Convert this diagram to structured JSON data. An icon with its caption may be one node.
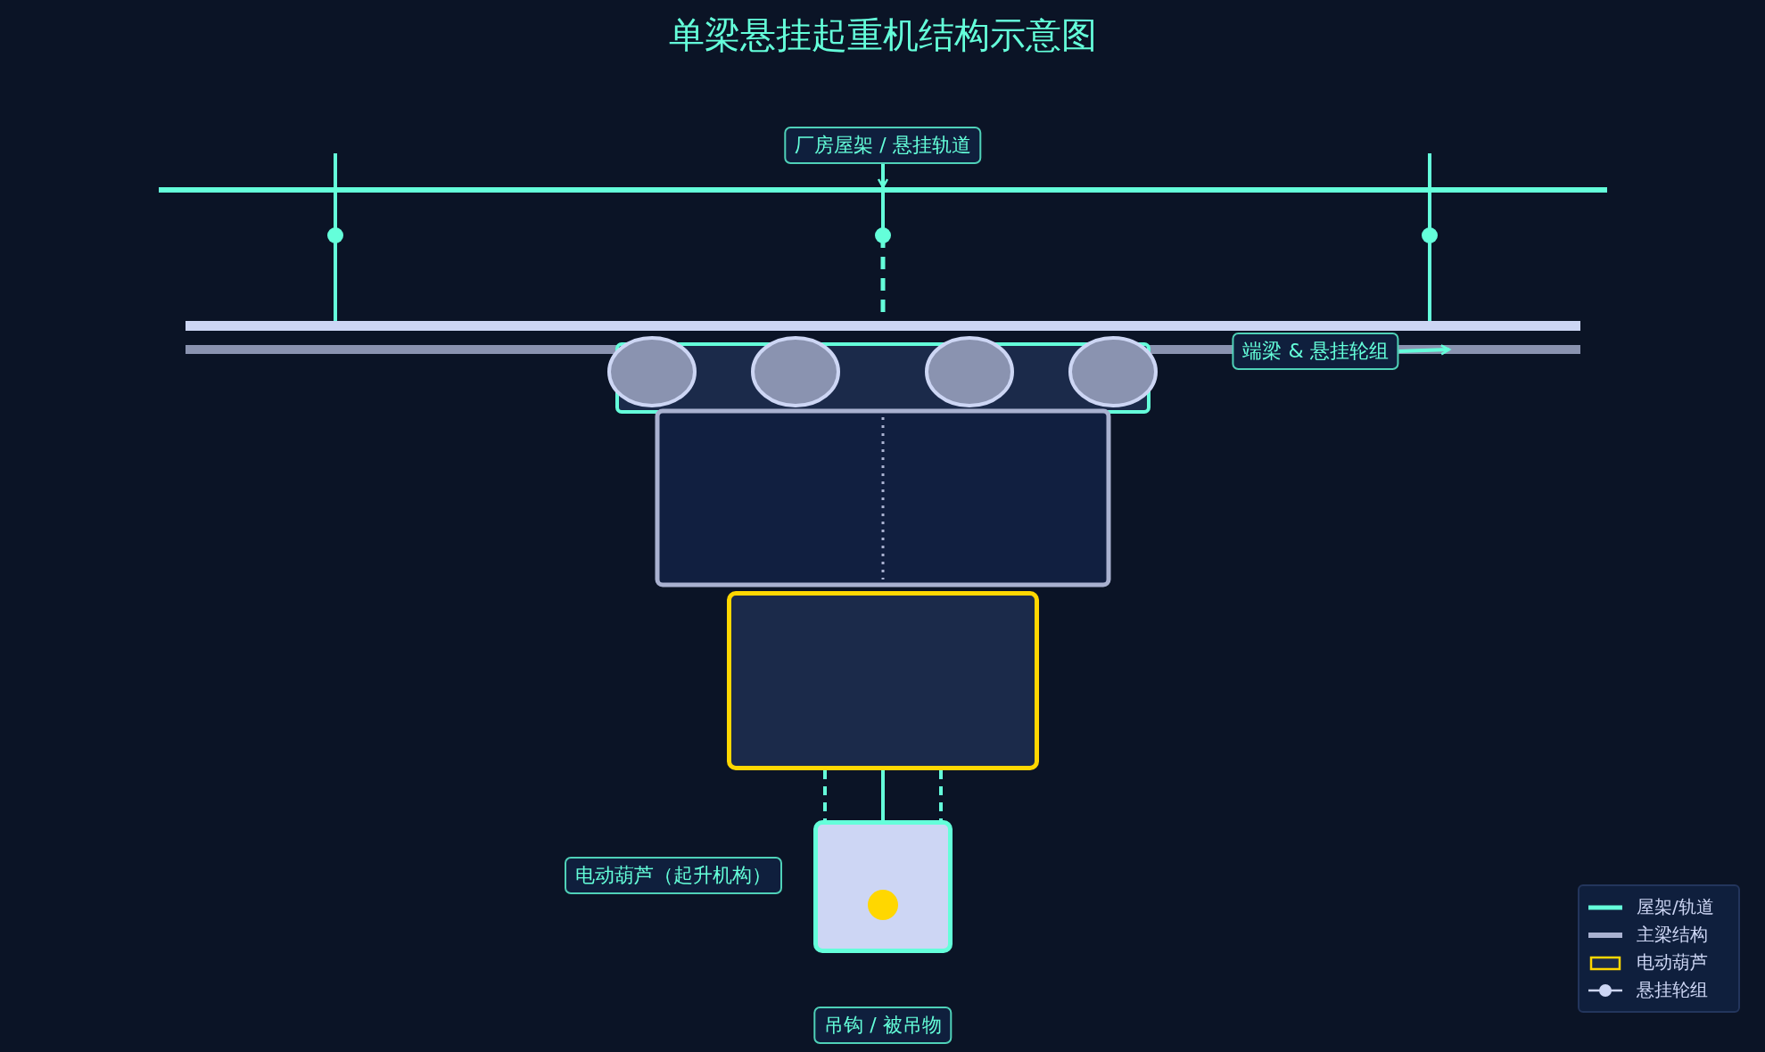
{
  "diagram": {
    "title": "单梁悬挂起重机结构示意图",
    "nodes": [
      {
        "text": [],
        "shape": "bar"
      },
      {
        "text": [
          "厂房屋架 / 悬挂轨道"
        ]
      },
      {
        "text": [
          "端梁 & 悬挂轮组"
        ]
      },
      {
        "text": [],
        "shape": "box"
      },
      {
        "text": [],
        "shape": "box"
      },
      {
        "text": [
          "电动葫芦（起升机构）"
        ]
      },
      {
        "text": [
          "吊钩 / 被吊物"
        ]
      }
    ],
    "edges": [
      {
        "from": 1,
        "to": 0,
        "arrow": "to",
        "style": "dashed"
      },
      {
        "from": 2,
        "to": null,
        "arrow": "to"
      },
      {
        "from": 3,
        "to": 4,
        "arrow": "none"
      },
      {
        "from": 3,
        "to": 4,
        "arrow": "none",
        "style": "dashed"
      },
      {
        "from": 3,
        "to": 4,
        "arrow": "none",
        "style": "dashed"
      }
    ],
    "legend": [
      {
        "text": "屋架/轨道"
      },
      {
        "text": "主梁结构"
      },
      {
        "text": "电动葫芦"
      },
      {
        "text": "悬挂轮组"
      }
    ]
  }
}
